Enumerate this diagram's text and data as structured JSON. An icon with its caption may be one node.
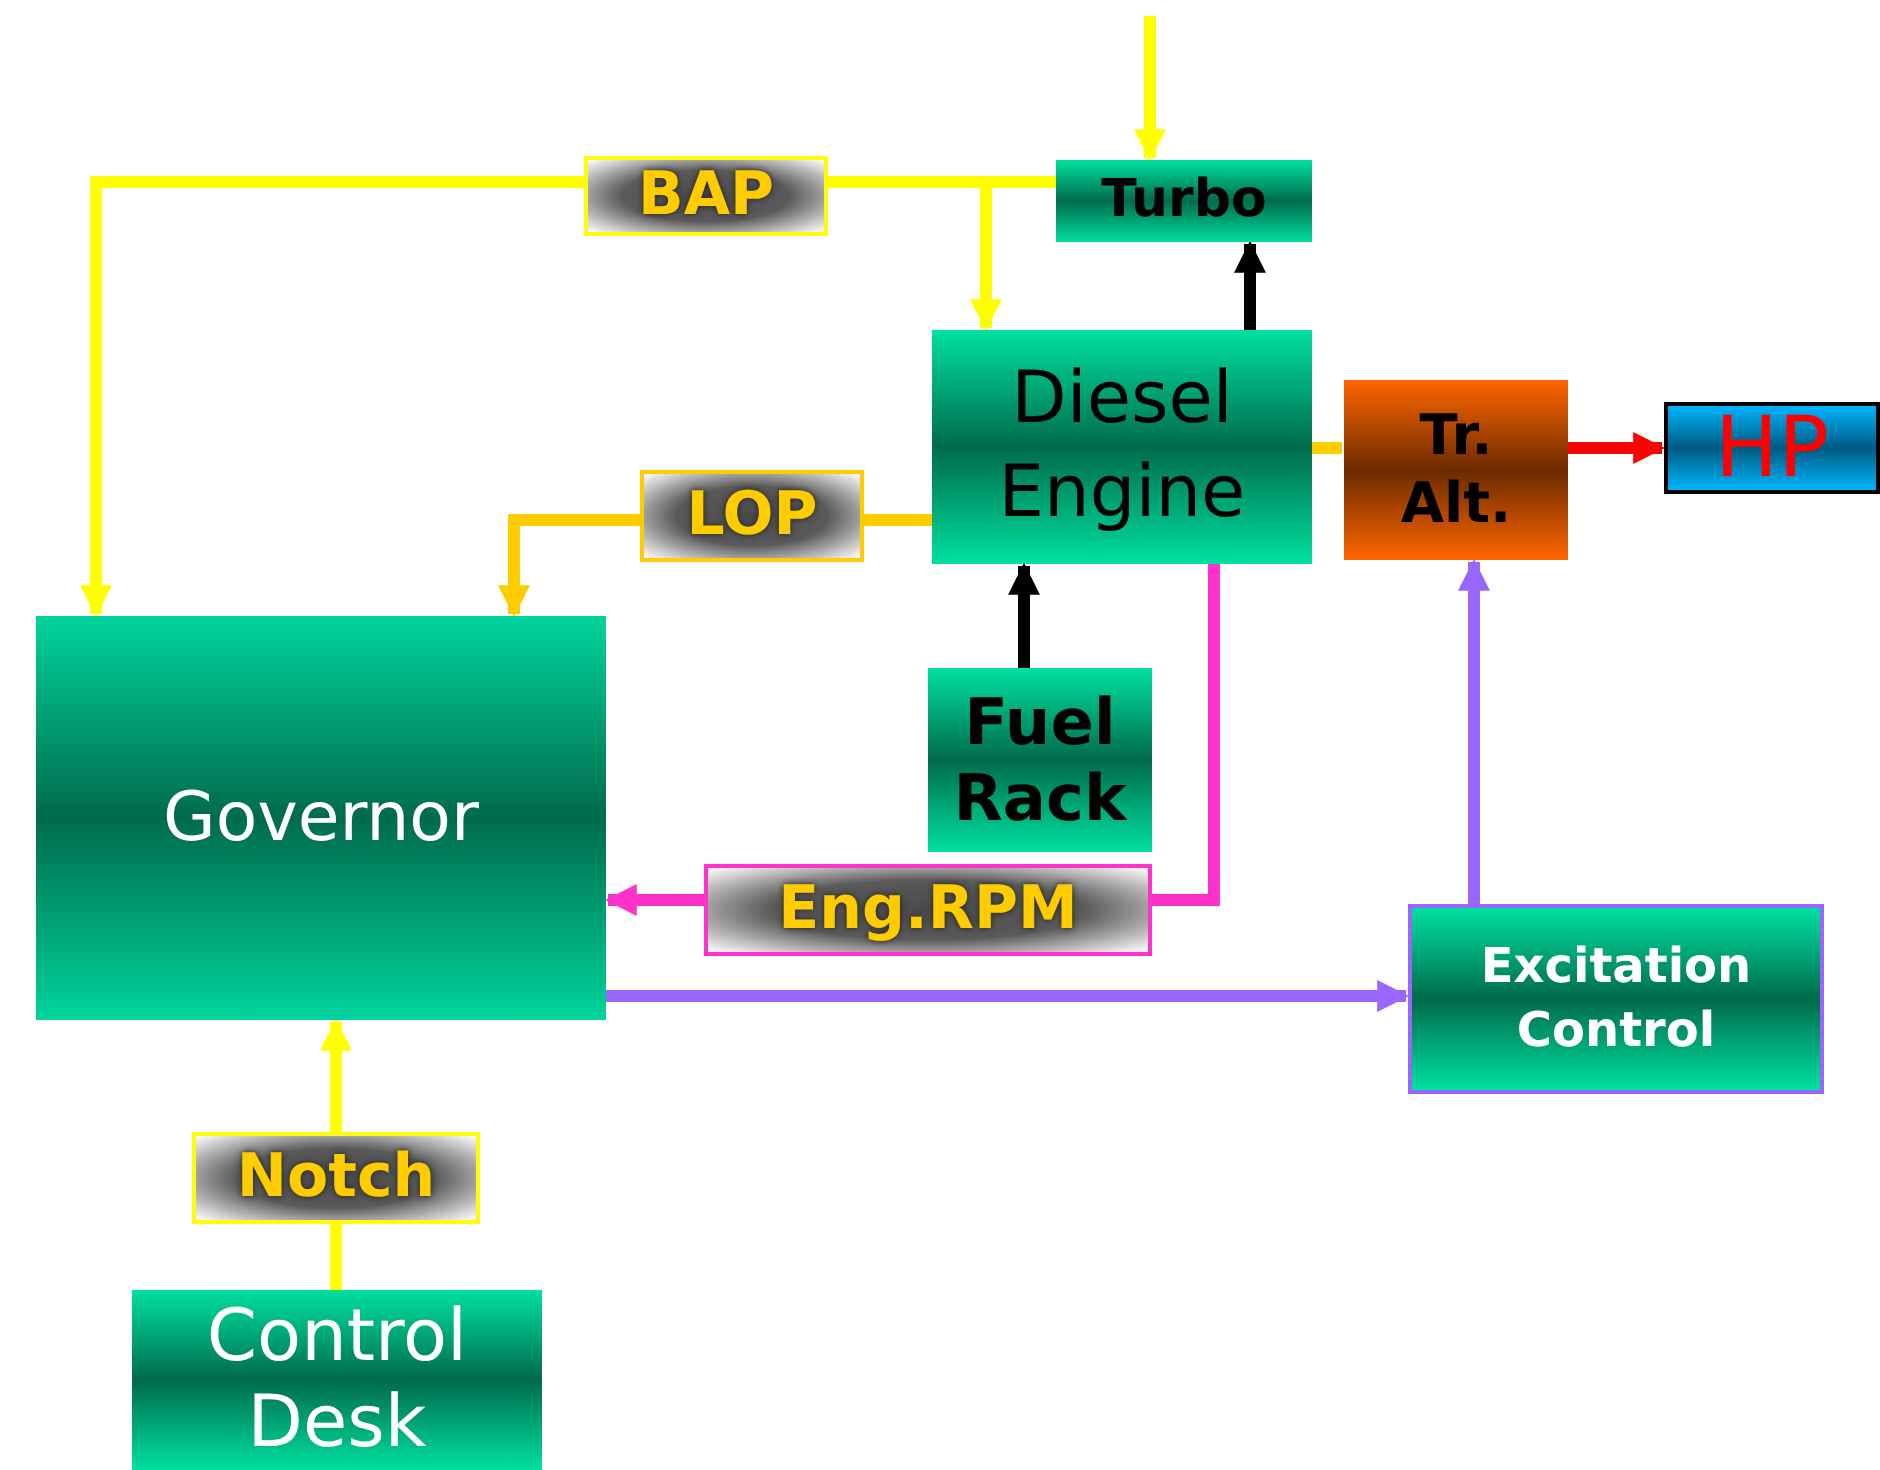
{
  "diagram": {
    "nodes": [
      {
        "text": [
          "Turbo"
        ]
      },
      {
        "text": [
          "Diesel Engine"
        ]
      },
      {
        "text": [
          "Tr. Alt."
        ]
      },
      {
        "text": [
          "HP"
        ]
      },
      {
        "text": [
          "Governor"
        ]
      },
      {
        "text": [
          "Fuel Rack"
        ]
      },
      {
        "text": [
          "Excitation Control"
        ]
      },
      {
        "text": [
          "Control Desk"
        ]
      }
    ],
    "edges": [
      {
        "from": null,
        "to": 0,
        "arrow": "to"
      },
      {
        "from": 0,
        "to": 4,
        "arrow": "to",
        "label": "BAP"
      },
      {
        "from": 0,
        "to": 1,
        "arrow": "to"
      },
      {
        "from": 1,
        "to": 0,
        "arrow": "to",
        "color": "#000000"
      },
      {
        "from": 1,
        "to": 4,
        "arrow": "to",
        "label": "LOP",
        "color": "#ffcc00"
      },
      {
        "from": 1,
        "to": 2,
        "arrow": "none",
        "color": "#ffcc00"
      },
      {
        "from": 2,
        "to": 3,
        "arrow": "to",
        "color": "#ff0000"
      },
      {
        "from": 5,
        "to": 1,
        "arrow": "to",
        "color": "#000000"
      },
      {
        "from": 1,
        "to": 4,
        "arrow": "to",
        "label": "Eng.RPM",
        "color": "#ff33cc"
      },
      {
        "from": 4,
        "to": 6,
        "arrow": "to",
        "color": "#9966ff"
      },
      {
        "from": 6,
        "to": 2,
        "arrow": "to",
        "color": "#9966ff"
      },
      {
        "from": 7,
        "to": 4,
        "arrow": "to",
        "label": "Notch"
      }
    ]
  }
}
